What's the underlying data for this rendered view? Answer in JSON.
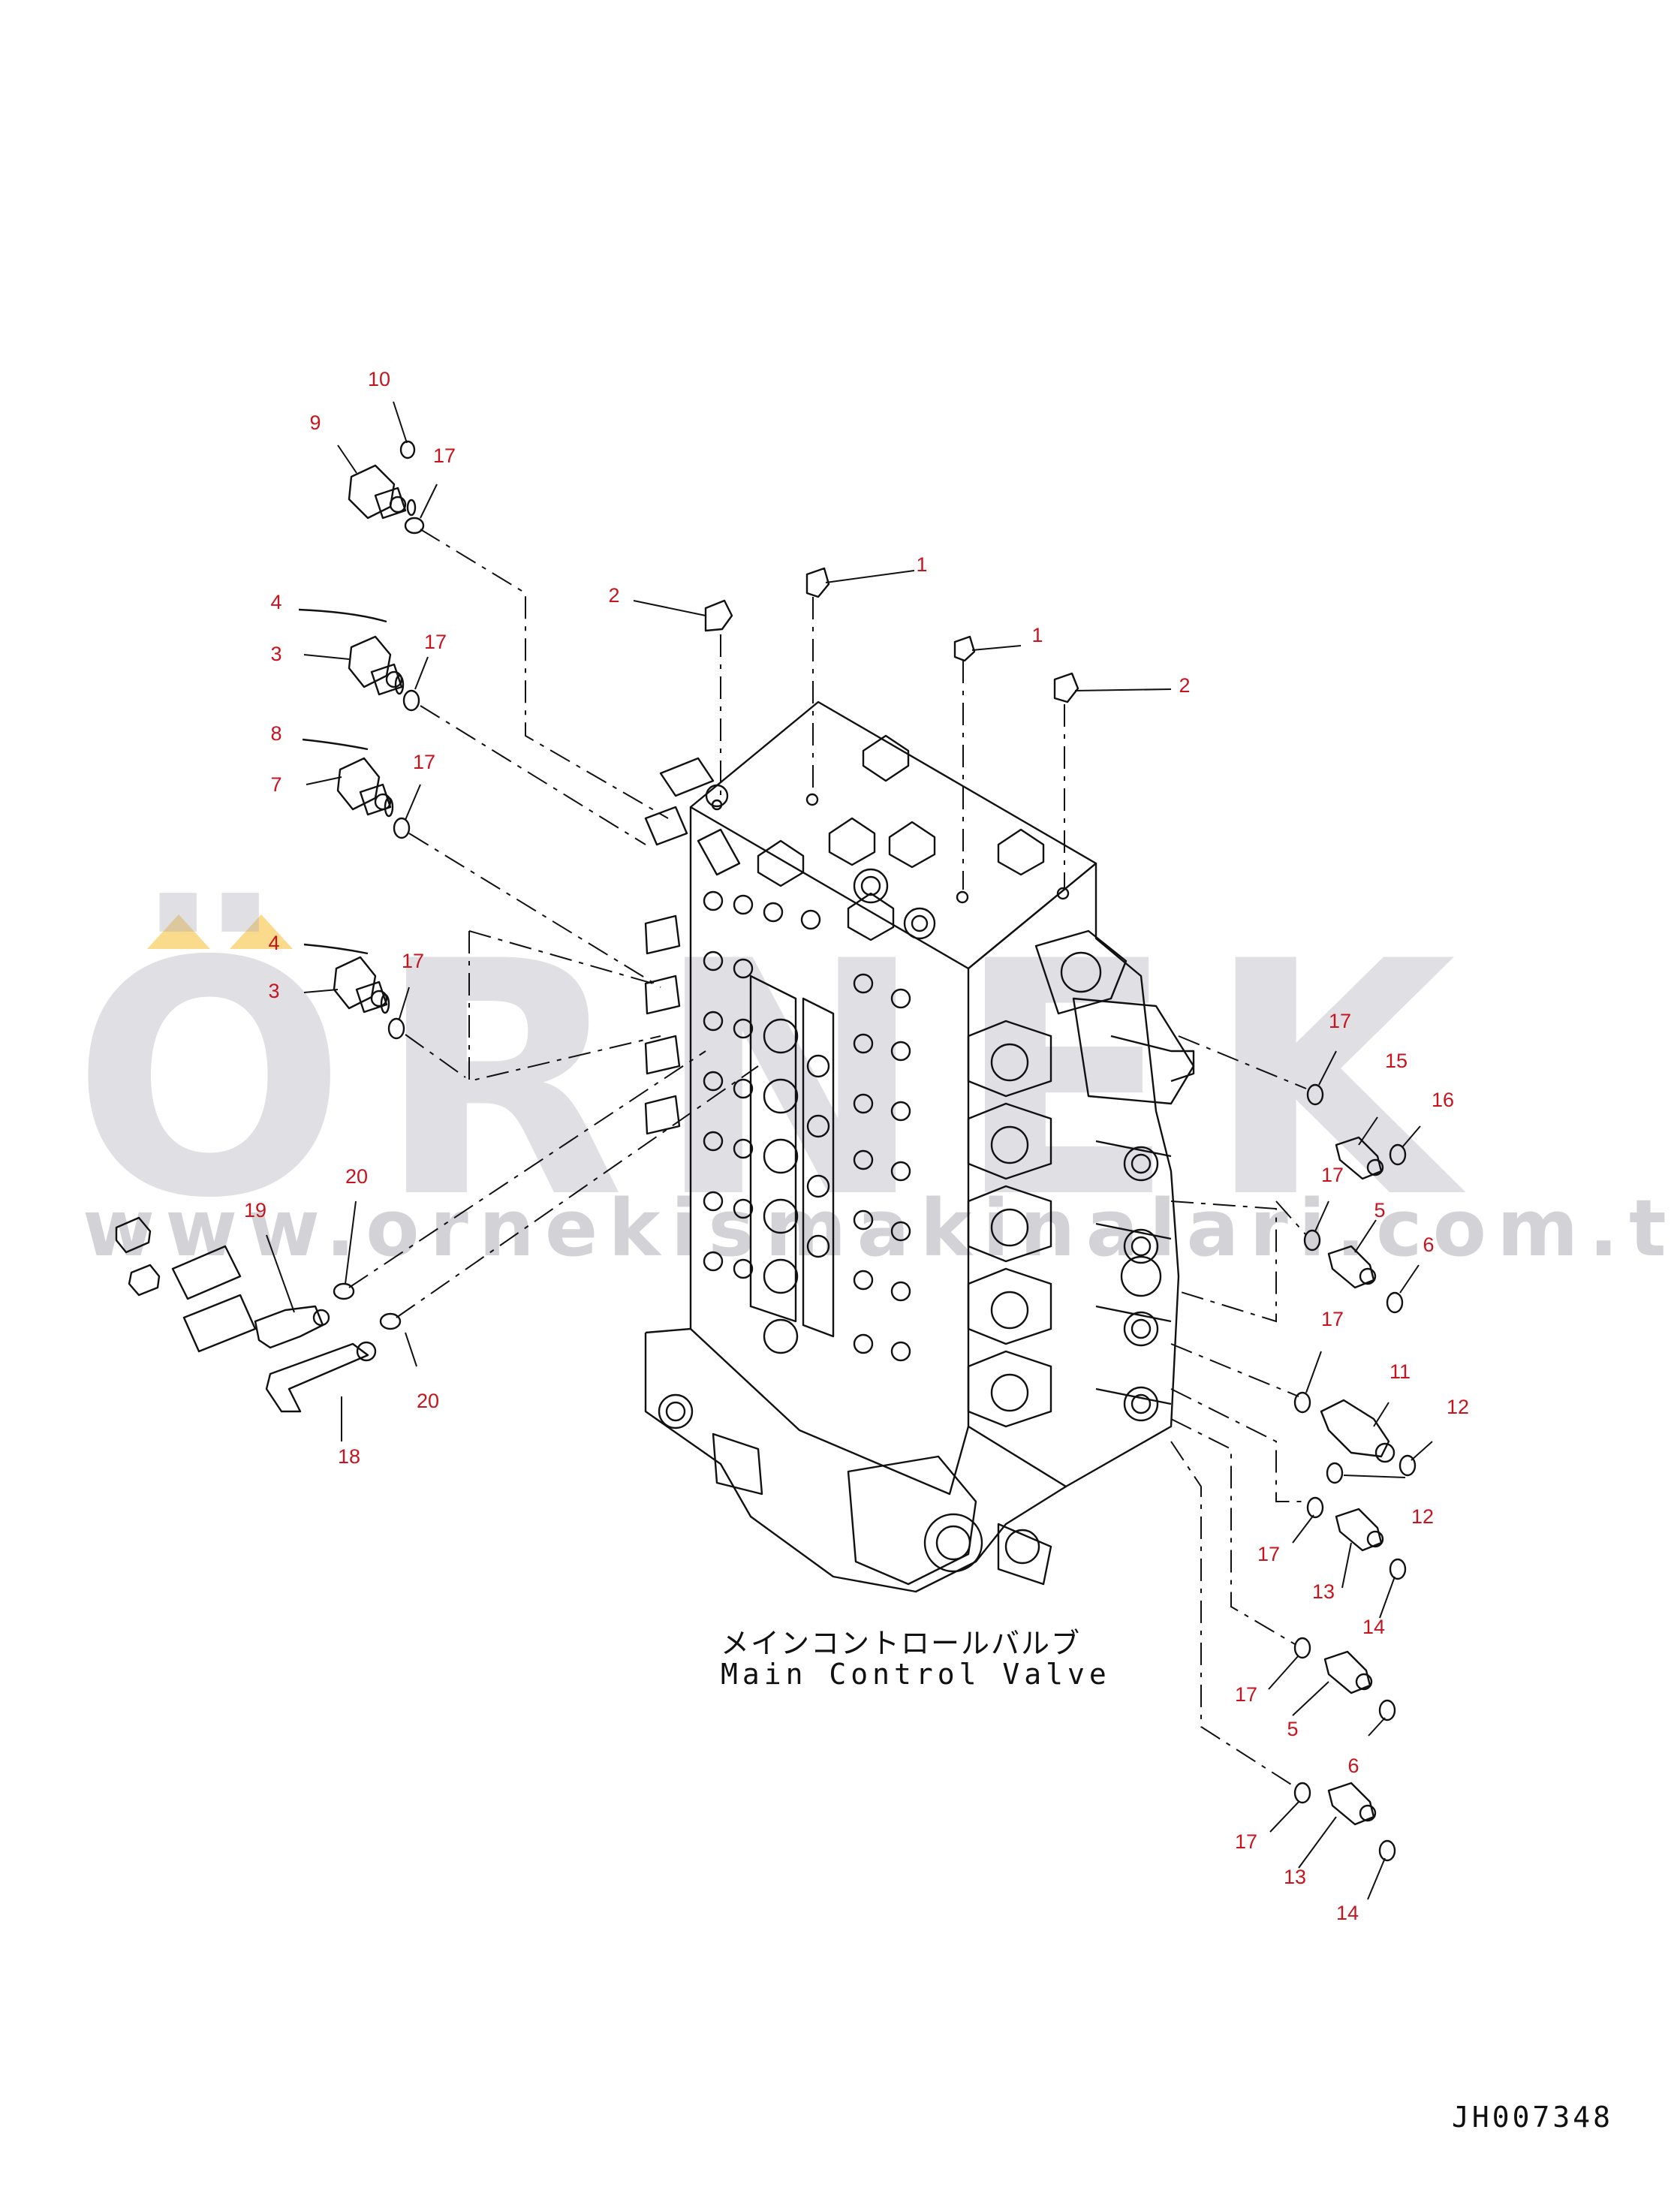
{
  "watermark": {
    "brand": "ÖRNEK",
    "url": "www.ornekismakinalari.com.tr",
    "accent_color": "#f8ce64",
    "text_color": "#aaaab9"
  },
  "caption": {
    "japanese": "メインコントロールバルブ",
    "english": "Main Control Valve"
  },
  "drawing_code": "JH007348",
  "callout_color": "#c8141e",
  "callouts": [
    {
      "id": "c-10",
      "label": "10"
    },
    {
      "id": "c-9",
      "label": "9"
    },
    {
      "id": "c-17a",
      "label": "17"
    },
    {
      "id": "c-4a",
      "label": "4"
    },
    {
      "id": "c-3a",
      "label": "3"
    },
    {
      "id": "c-17b",
      "label": "17"
    },
    {
      "id": "c-8",
      "label": "8"
    },
    {
      "id": "c-7",
      "label": "7"
    },
    {
      "id": "c-17c",
      "label": "17"
    },
    {
      "id": "c-4b",
      "label": "4"
    },
    {
      "id": "c-3b",
      "label": "3"
    },
    {
      "id": "c-17d",
      "label": "17"
    },
    {
      "id": "c-2a",
      "label": "2"
    },
    {
      "id": "c-1a",
      "label": "1"
    },
    {
      "id": "c-1b",
      "label": "1"
    },
    {
      "id": "c-2b",
      "label": "2"
    },
    {
      "id": "c-20a",
      "label": "20"
    },
    {
      "id": "c-19",
      "label": "19"
    },
    {
      "id": "c-20b",
      "label": "20"
    },
    {
      "id": "c-18",
      "label": "18"
    },
    {
      "id": "c-17e",
      "label": "17"
    },
    {
      "id": "c-15",
      "label": "15"
    },
    {
      "id": "c-16",
      "label": "16"
    },
    {
      "id": "c-17f",
      "label": "17"
    },
    {
      "id": "c-5a",
      "label": "5"
    },
    {
      "id": "c-6a",
      "label": "6"
    },
    {
      "id": "c-17g",
      "label": "17"
    },
    {
      "id": "c-11",
      "label": "11"
    },
    {
      "id": "c-12a",
      "label": "12"
    },
    {
      "id": "c-12b",
      "label": "12"
    },
    {
      "id": "c-17h",
      "label": "17"
    },
    {
      "id": "c-13a",
      "label": "13"
    },
    {
      "id": "c-14a",
      "label": "14"
    },
    {
      "id": "c-17i",
      "label": "17"
    },
    {
      "id": "c-5b",
      "label": "5"
    },
    {
      "id": "c-6b",
      "label": "6"
    },
    {
      "id": "c-17j",
      "label": "17"
    },
    {
      "id": "c-13b",
      "label": "13"
    },
    {
      "id": "c-14b",
      "label": "14"
    }
  ]
}
